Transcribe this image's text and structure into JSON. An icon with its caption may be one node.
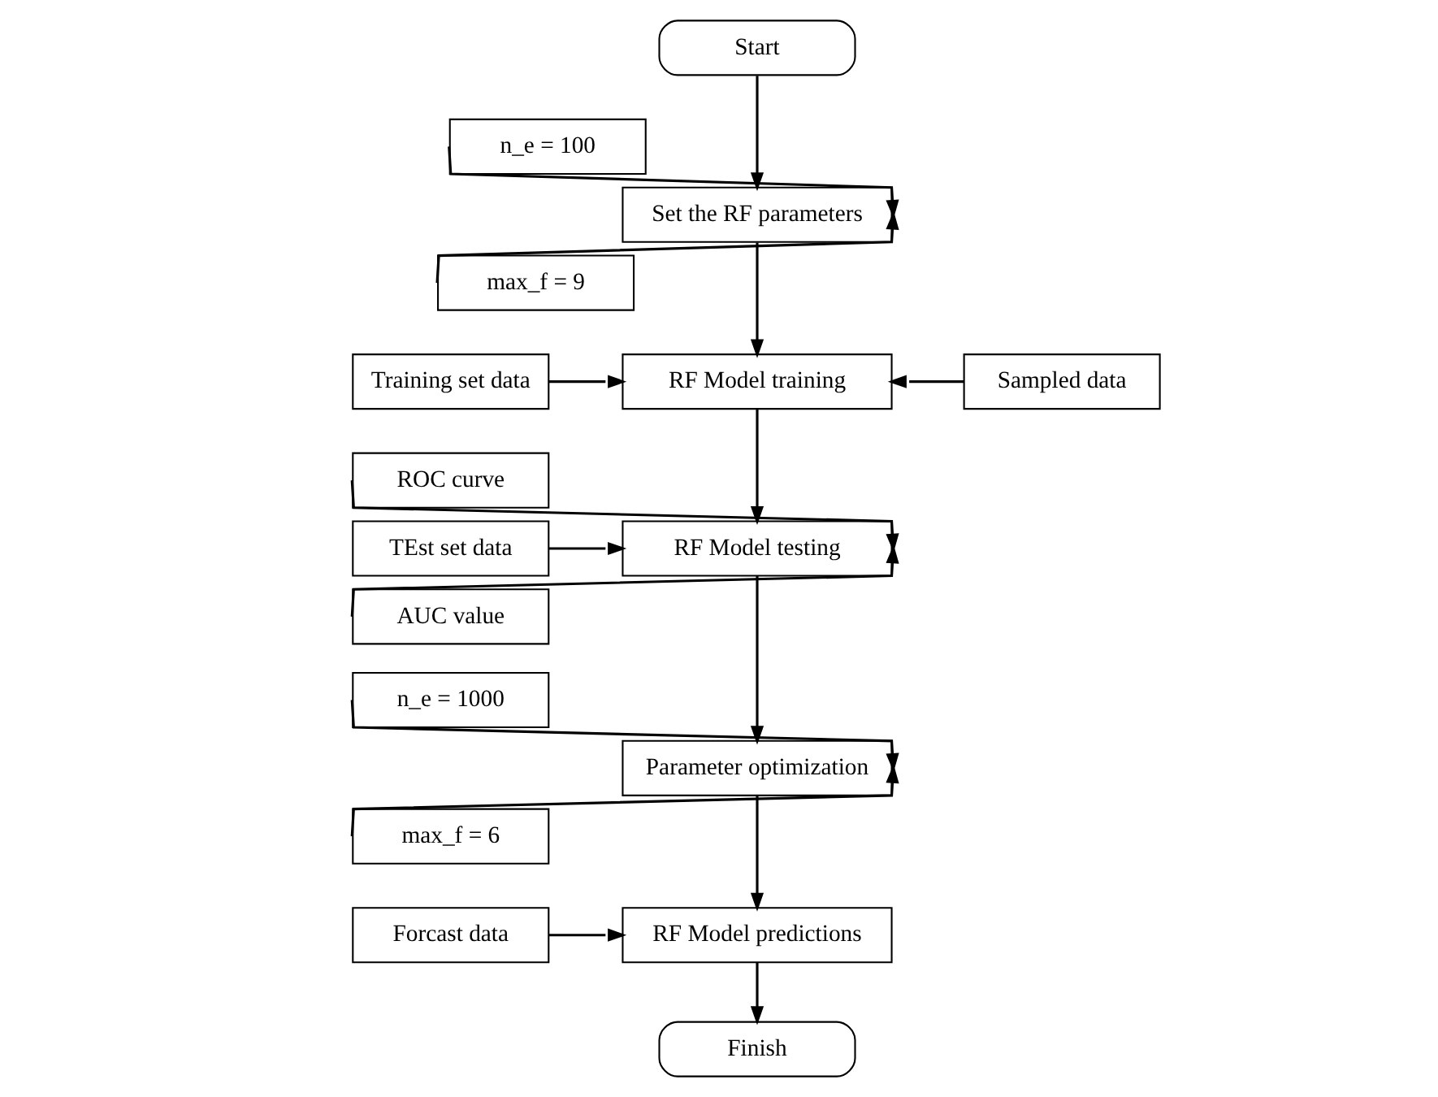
{
  "diagram": {
    "nodes": [
      {
        "text": [
          "Start"
        ]
      },
      {
        "text": [
          "Set the RF parameters"
        ]
      },
      {
        "text": [
          "n_e = 100"
        ]
      },
      {
        "text": [
          "max_f = 9"
        ]
      },
      {
        "text": [
          "Training set data"
        ]
      },
      {
        "text": [
          "RF Model training"
        ]
      },
      {
        "text": [
          "Sampled data"
        ]
      },
      {
        "text": [
          "TEst set data"
        ]
      },
      {
        "text": [
          "RF Model testing"
        ]
      },
      {
        "text": [
          "ROC curve"
        ]
      },
      {
        "text": [
          "AUC value"
        ]
      },
      {
        "text": [
          "Parameter optimization"
        ]
      },
      {
        "text": [
          "n_e = 1000"
        ]
      },
      {
        "text": [
          "max_f = 6"
        ]
      },
      {
        "text": [
          "Forcast data"
        ]
      },
      {
        "text": [
          "RF Model predictions"
        ]
      },
      {
        "text": [
          "Finish"
        ]
      }
    ],
    "edges": [
      {
        "from": 0,
        "to": 1,
        "arrow": "to"
      },
      {
        "from": 2,
        "to": 1,
        "arrow": "to"
      },
      {
        "from": 3,
        "to": 1,
        "arrow": "to"
      },
      {
        "from": 1,
        "to": 5,
        "arrow": "to"
      },
      {
        "from": 4,
        "to": 5,
        "arrow": "to"
      },
      {
        "from": 6,
        "to": 5,
        "arrow": "to"
      },
      {
        "from": 5,
        "to": 8,
        "arrow": "to"
      },
      {
        "from": 7,
        "to": 8,
        "arrow": "to"
      },
      {
        "from": 9,
        "to": 8,
        "arrow": "to"
      },
      {
        "from": 10,
        "to": 8,
        "arrow": "to"
      },
      {
        "from": 8,
        "to": 11,
        "arrow": "to"
      },
      {
        "from": 12,
        "to": 11,
        "arrow": "to"
      },
      {
        "from": 13,
        "to": 11,
        "arrow": "to"
      },
      {
        "from": 11,
        "to": 15,
        "arrow": "to"
      },
      {
        "from": 14,
        "to": 15,
        "arrow": "to"
      },
      {
        "from": 15,
        "to": 16,
        "arrow": "to"
      }
    ]
  }
}
